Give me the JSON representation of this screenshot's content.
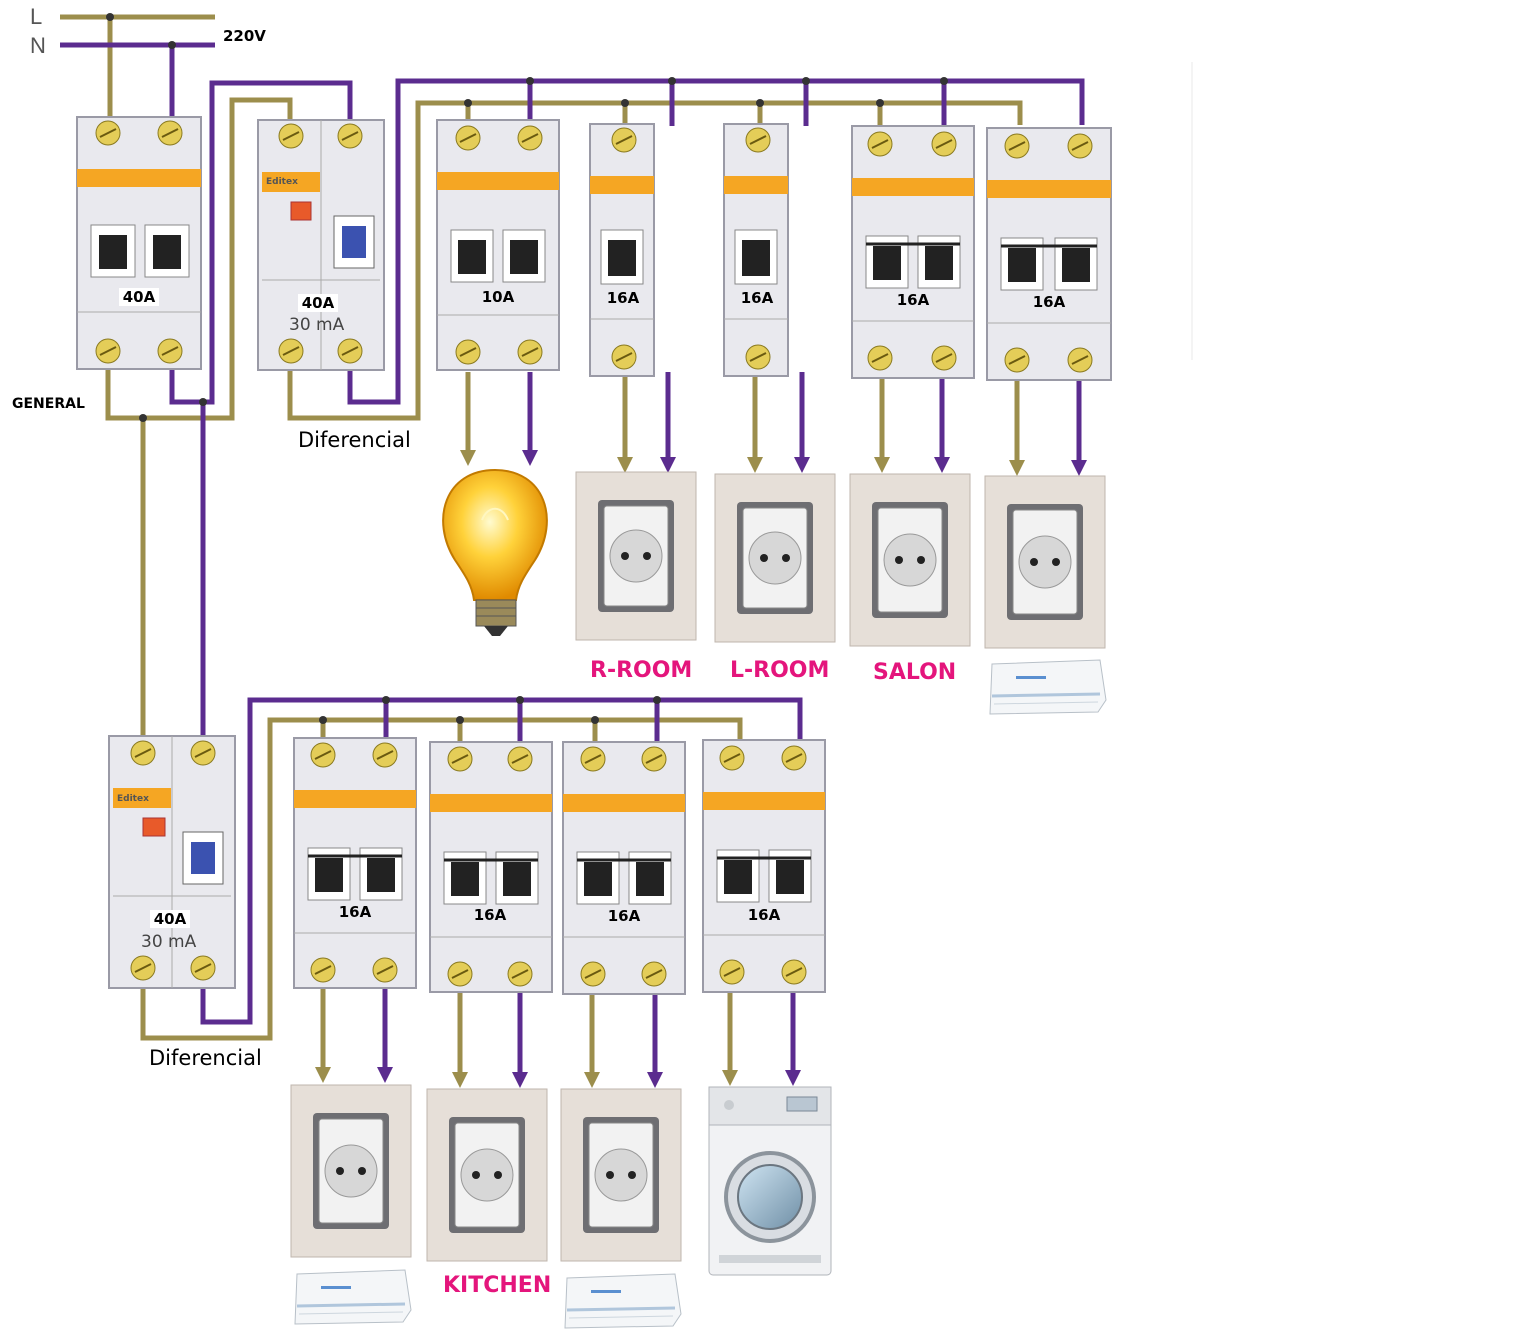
{
  "supply": {
    "line_label": "L",
    "neutral_label": "N",
    "voltage_label": "220V"
  },
  "labels": {
    "general": "GENERAL",
    "diferencial_top": "Diferencial",
    "diferencial_bottom": "Diferencial",
    "r_room": "R-ROOM",
    "l_room": "L-ROOM",
    "salon": "SALON",
    "kitchen": "KITCHEN"
  },
  "breakers": {
    "general": "40A",
    "rcd_top": {
      "rating": "40A",
      "sensitivity": "30 mA",
      "brand": "Editex"
    },
    "light": "10A",
    "r_room": "16A",
    "l_room": "16A",
    "salon": "16A",
    "ac_top": "16A",
    "rcd_bottom": {
      "rating": "40A",
      "sensitivity": "30 mA",
      "brand": "Editex"
    },
    "b1": "16A",
    "b2": "16A",
    "b3": "16A",
    "b4": "16A"
  },
  "colors": {
    "live_wire": "#9c8e4c",
    "neutral_wire": "#5b2c8f",
    "accent": "#e4157c",
    "breaker_stripe": "#f5a623"
  },
  "icons": {
    "loads": [
      "light-bulb-icon",
      "socket-icon",
      "air-conditioner-icon",
      "washing-machine-icon"
    ]
  }
}
